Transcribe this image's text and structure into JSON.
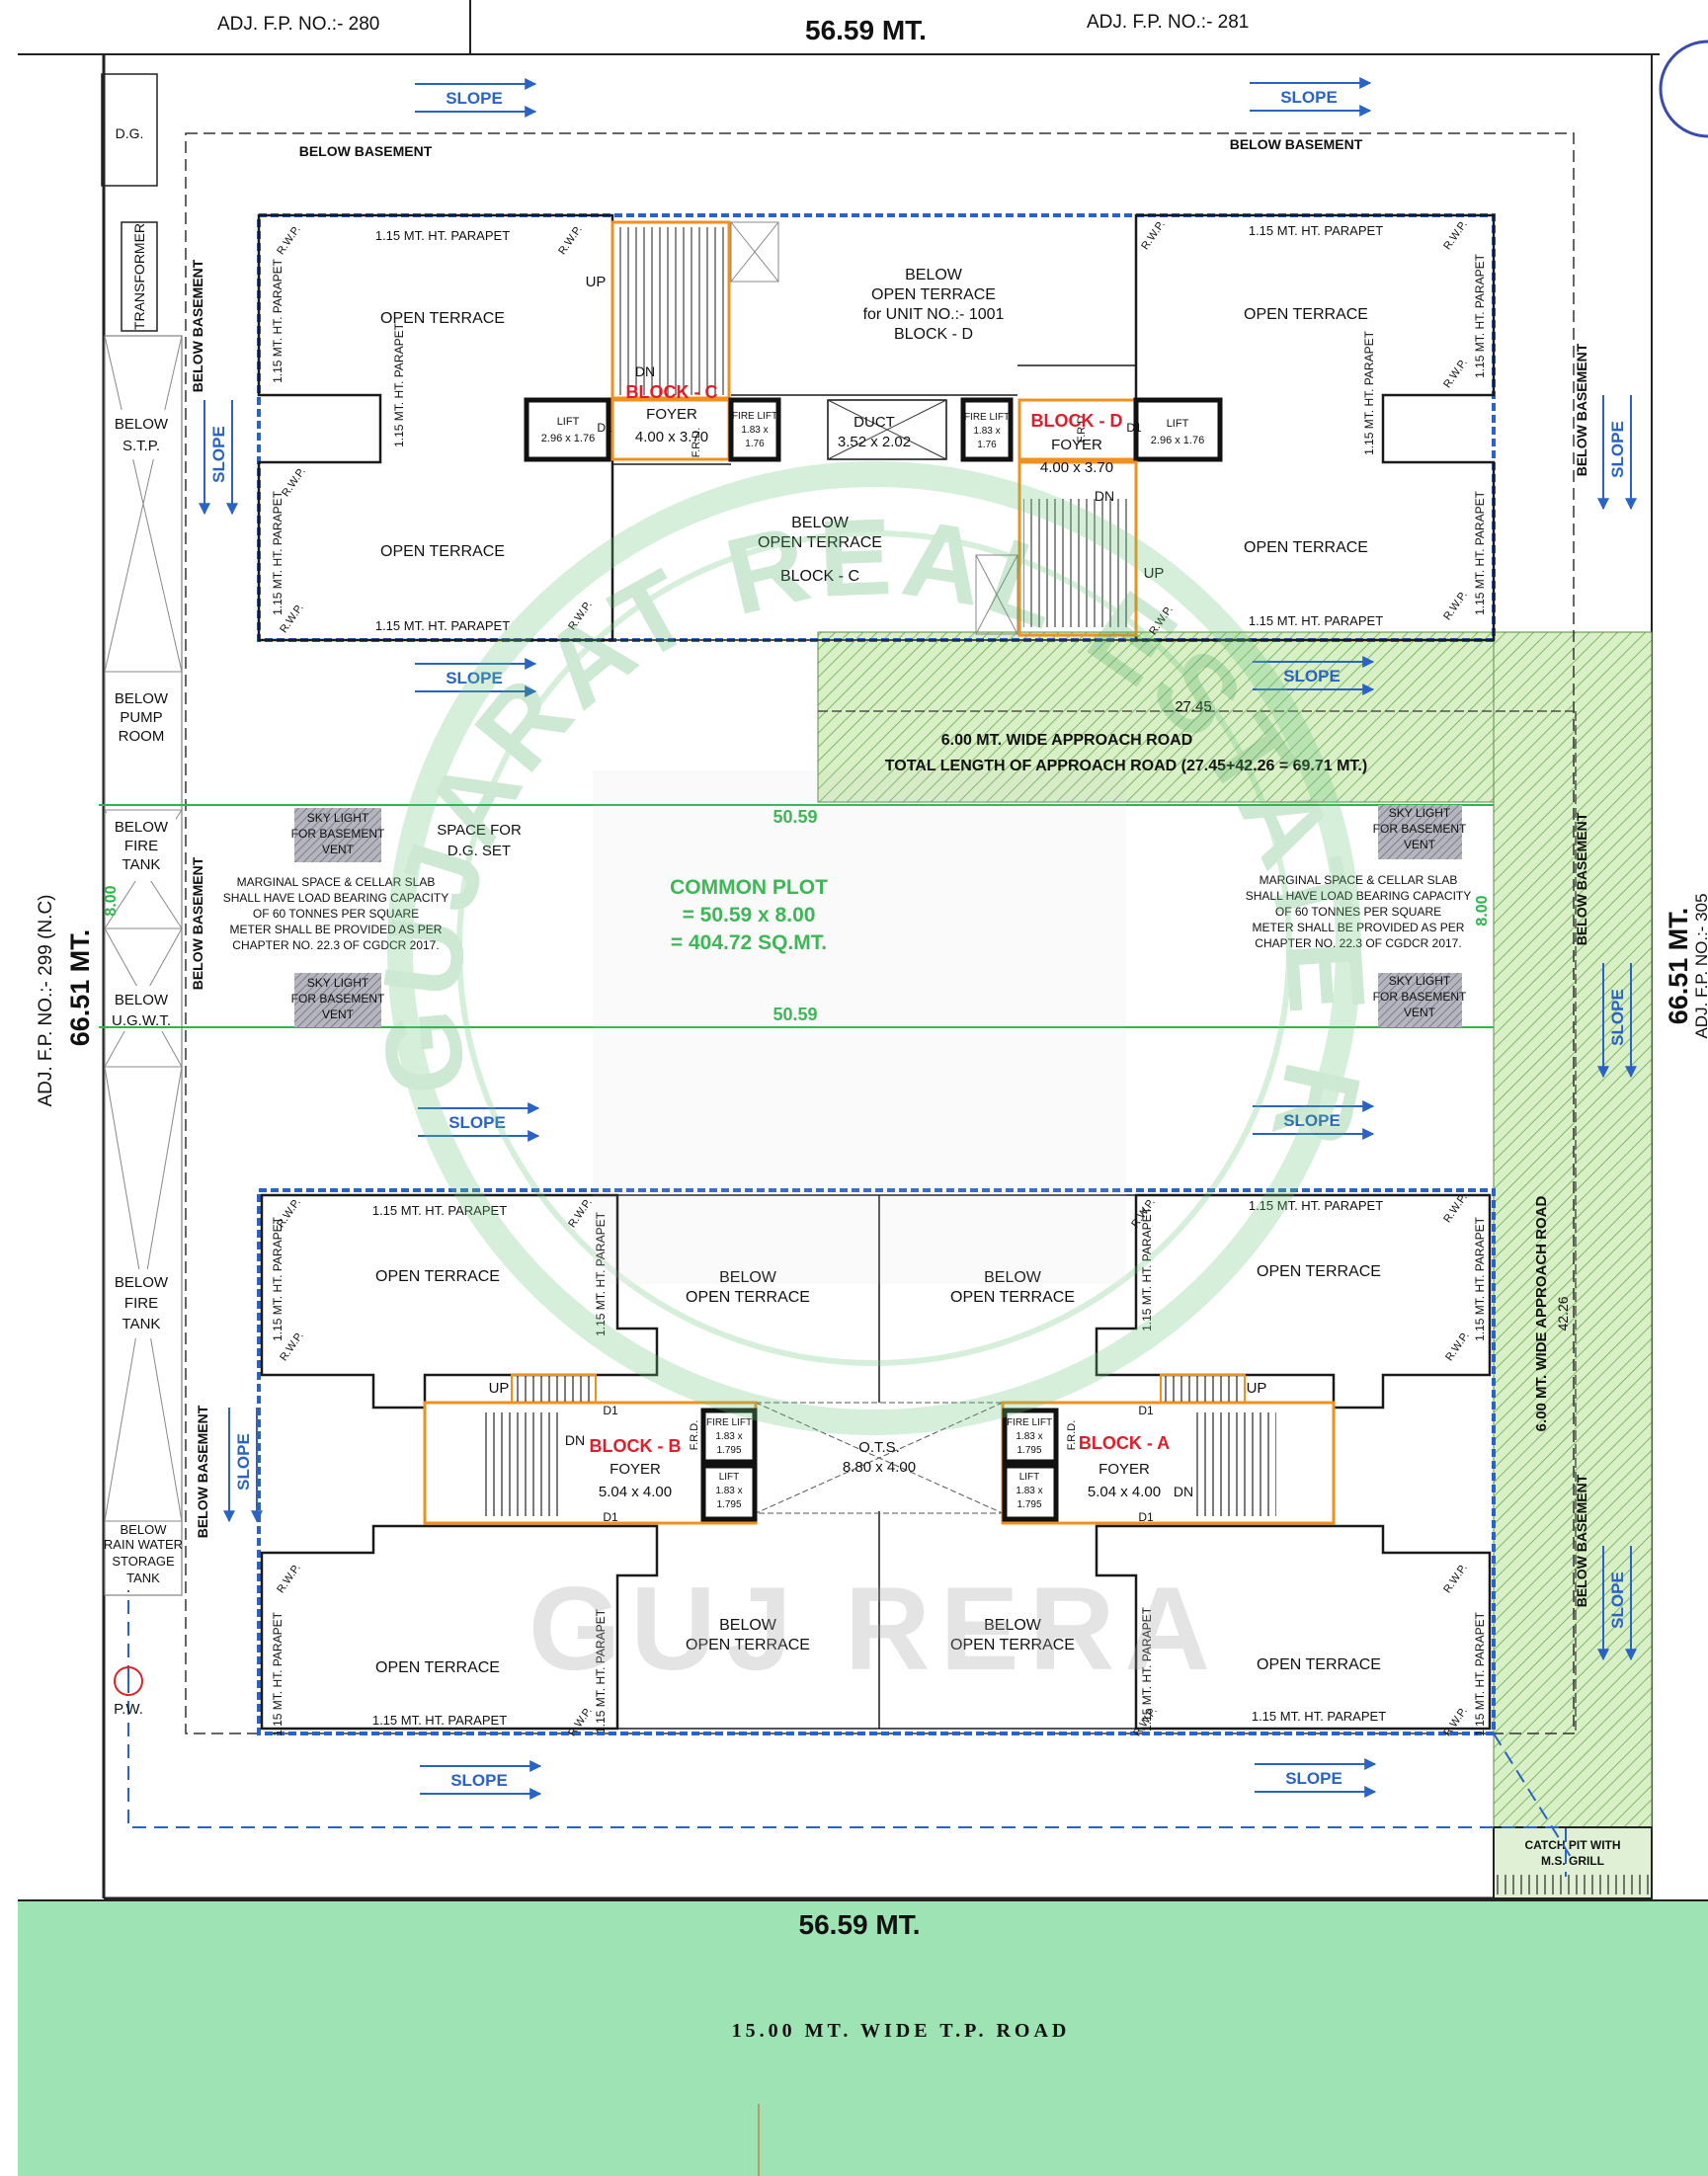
{
  "colors": {
    "line": "#1a1a1a",
    "blue_dash": "#2a63c6",
    "road_green": "#9ee3b4",
    "hatch_green": "#c8e6b0",
    "common_plot_green": "#2fb54a",
    "block_red": "#e11d2a",
    "stair_orange": "#f0901e",
    "watermark_green": "#b9e8c3",
    "skylight_gray": "#9a9aa6"
  },
  "header": {
    "adj_left": "ADJ. F.P. NO.:- 280",
    "top_dimension": "56.59 MT.",
    "adj_right": "ADJ. F.P. NO.:- 281"
  },
  "side": {
    "left_adj": "ADJ. F.P. NO.:- 299 (N.C)",
    "left_dimension": "66.51 MT.",
    "right_dimension": "66.51 MT.",
    "right_adj_partial": "ADJ. F.P. NO.:- 305"
  },
  "left_strip": {
    "dg": "D.G.",
    "transformer": "TRANSFORMER",
    "stp": [
      "BELOW",
      "S.T.P."
    ],
    "pump": [
      "BELOW",
      "PUMP",
      "ROOM"
    ],
    "fire_tank_top": [
      "BELOW",
      "FIRE",
      "TANK"
    ],
    "ugwt": [
      "BELOW",
      "U.G.W.T."
    ],
    "fire_tank_bottom": [
      "BELOW",
      "FIRE",
      "TANK"
    ],
    "rain_water": [
      "BELOW",
      "RAIN WATER",
      "STORAGE",
      "TANK"
    ],
    "pw": "P.W."
  },
  "labels": {
    "below_basement": "BELOW BASEMENT",
    "slope": "SLOPE",
    "open_terrace": "OPEN TERRACE",
    "parapet": "1.15 MT. HT. PARAPET",
    "rwp": "R.W.P.",
    "up": "UP",
    "dn": "DN",
    "foyer": "FOYER",
    "lift": "LIFT",
    "fire_lift": "FIRE LIFT",
    "frd": "F.R.D.",
    "d1": "D1",
    "below": "BELOW",
    "eight": "8.00"
  },
  "block_c": {
    "name": "BLOCK - C",
    "foyer_size": "4.00 x 3.70",
    "lift_size": "2.96 x 1.76",
    "fire_lift_size": [
      "1.83 x",
      "1.76"
    ],
    "below_terrace": [
      "BELOW",
      "OPEN TERRACE",
      "for UNIT NO.:- 1001",
      "BLOCK - D"
    ]
  },
  "block_d": {
    "name": "BLOCK - D",
    "foyer_size": "4.00 x 3.70",
    "lift_size": "2.96 x 1.76",
    "fire_lift_size": [
      "1.83 x",
      "1.76"
    ],
    "below_terrace": [
      "BELOW",
      "OPEN TERRACE",
      "BLOCK - C"
    ]
  },
  "duct": {
    "label": "DUCT",
    "size": "3.52 x 2.02"
  },
  "approach_road": {
    "dimension_top": "27.45",
    "title": "6.00 MT. WIDE APPROACH ROAD",
    "total": "TOTAL LENGTH OF APPROACH ROAD (27.45+42.26 = 69.71 MT.)",
    "vertical_title": "6.00 MT. WIDE APPROACH ROAD",
    "dimension_right": "42.26"
  },
  "common_plot": {
    "dim_top": "50.59",
    "dim_bottom": "50.59",
    "lines": [
      "COMMON PLOT",
      "= 50.59 x 8.00",
      "= 404.72 SQ.MT."
    ],
    "dg_space": [
      "SPACE FOR",
      "D.G. SET"
    ],
    "skylight": [
      "SKY LIGHT",
      "FOR BASEMENT",
      "VENT"
    ],
    "marginal": [
      "MARGINAL SPACE & CELLAR SLAB",
      "SHALL HAVE LOAD BEARING CAPACITY",
      "OF 60 TONNES PER SQUARE",
      "METER SHALL BE PROVIDED AS PER",
      "CHAPTER NO. 22.3 OF CGDCR 2017."
    ]
  },
  "block_b": {
    "name": "BLOCK - B",
    "foyer_size": "5.04 x 4.00",
    "fire_lift_size": [
      "1.83 x",
      "1.795"
    ],
    "lift_size": [
      "1.83 x",
      "1.795"
    ]
  },
  "block_a": {
    "name": "BLOCK - A",
    "foyer_size": "5.04 x 4.00",
    "fire_lift_size": [
      "1.83 x",
      "1.795"
    ],
    "lift_size": [
      "1.83 x",
      "1.795"
    ]
  },
  "ots": {
    "label": "O.T.S.",
    "size": "8.80 x 4.00"
  },
  "catch_pit": [
    "CATCH PIT WITH",
    "M.S. GRILL"
  ],
  "footer": {
    "bottom_dimension": "56.59 MT.",
    "road": "15.00 MT. WIDE T.P. ROAD"
  },
  "watermark": "GUJARAT REAL ESTATE REGULATORY AUTHORITY",
  "watermark_short": "GUJ RERA"
}
